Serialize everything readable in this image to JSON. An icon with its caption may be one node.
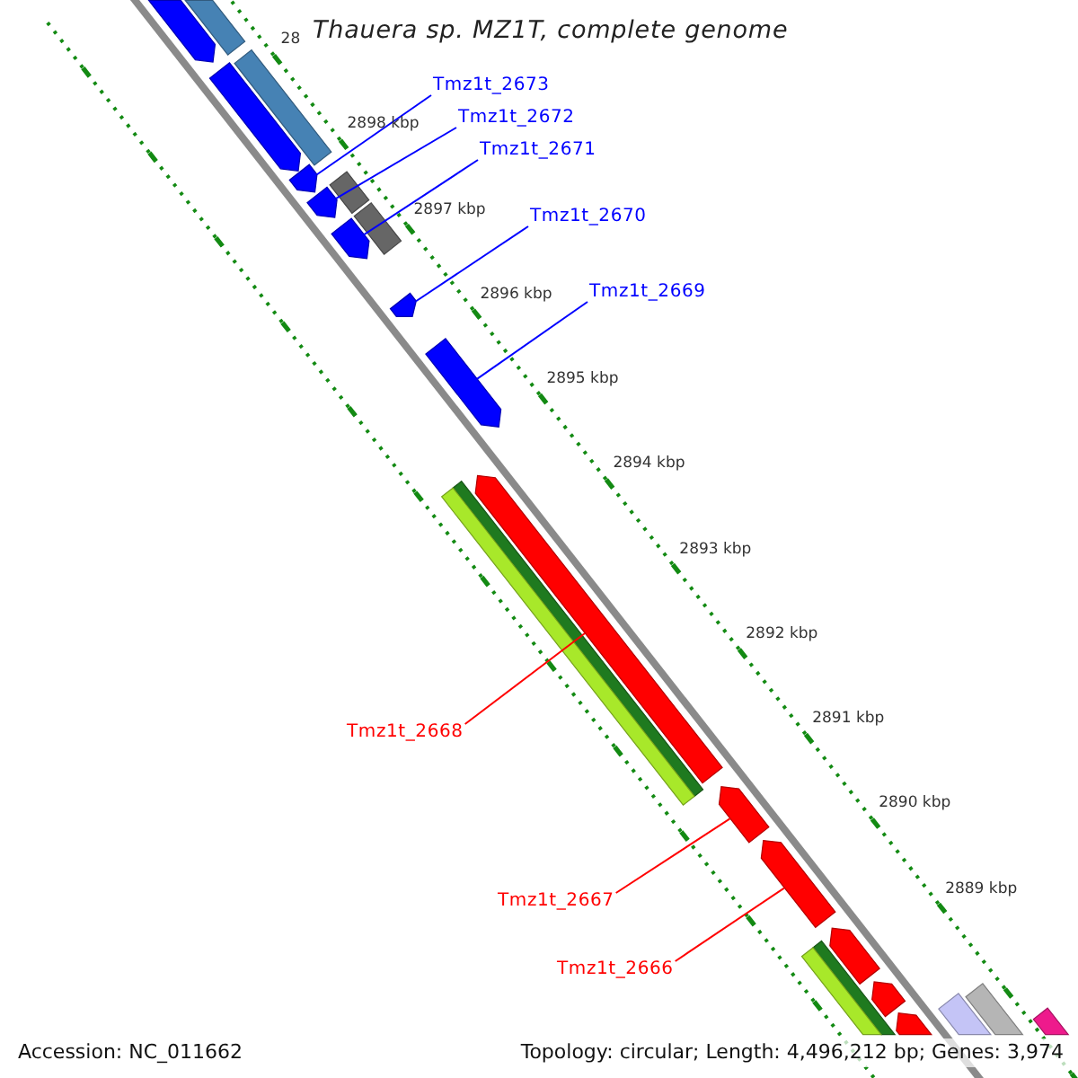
{
  "diagram": {
    "title": "Thauera sp. MZ1T, complete genome",
    "nodes": [
      {
        "text": [
          "Tmz1t_2673"
        ]
      },
      {
        "text": [
          "Tmz1t_2672"
        ]
      },
      {
        "text": [
          "Tmz1t_2671"
        ]
      },
      {
        "text": [
          "Tmz1t_2670"
        ]
      },
      {
        "text": [
          "Tmz1t_2669"
        ]
      },
      {
        "text": [
          "Tmz1t_2668"
        ]
      },
      {
        "text": [
          "Tmz1t_2667"
        ]
      },
      {
        "text": [
          "Tmz1t_2666"
        ]
      },
      {
        "text": [],
        "shape": "bar"
      },
      {
        "text": [],
        "shape": "arrow"
      },
      {
        "text": [],
        "shape": "bar"
      },
      {
        "text": [],
        "shape": "arrow"
      },
      {
        "text": [],
        "shape": "arrow"
      },
      {
        "text": [],
        "shape": "bar"
      },
      {
        "text": [],
        "shape": "arrow"
      },
      {
        "text": [],
        "shape": "bar"
      },
      {
        "text": [],
        "shape": "arrow"
      },
      {
        "text": [],
        "shape": "arrow"
      },
      {
        "text": [],
        "shape": "arrow"
      },
      {
        "text": [],
        "shape": "bar"
      },
      {
        "text": [],
        "shape": "bar"
      },
      {
        "text": [],
        "shape": "arrow"
      },
      {
        "text": [],
        "shape": "arrow"
      },
      {
        "text": [],
        "shape": "arrow"
      },
      {
        "text": [],
        "shape": "arrow"
      },
      {
        "text": [],
        "shape": "arrow"
      },
      {
        "text": [],
        "shape": "bar"
      },
      {
        "text": [],
        "shape": "bar"
      },
      {
        "text": [],
        "shape": "arrow"
      },
      {
        "text": [],
        "shape": "bar"
      },
      {
        "text": [],
        "shape": "bar"
      },
      {
        "text": [],
        "shape": "bar"
      }
    ],
    "edges": [
      {
        "from": 0,
        "to": 12,
        "arrow": "none"
      },
      {
        "from": 1,
        "to": 14,
        "arrow": "none"
      },
      {
        "from": 2,
        "to": 16,
        "arrow": "none"
      },
      {
        "from": 3,
        "to": 17,
        "arrow": "none"
      },
      {
        "from": 4,
        "to": 18,
        "arrow": "none"
      },
      {
        "from": 5,
        "to": 21,
        "arrow": "none",
        "color": "#ff0000"
      },
      {
        "from": 6,
        "to": 22,
        "arrow": "none",
        "color": "#ff0000"
      },
      {
        "from": 7,
        "to": 23,
        "arrow": "none",
        "color": "#ff0000"
      }
    ],
    "labels": [
      "28",
      "2898 kbp",
      "2897 kbp",
      "2896 kbp",
      "2895 kbp",
      "2894 kbp",
      "2893 kbp",
      "2892 kbp",
      "2891 kbp",
      "2890 kbp",
      "2889 kbp",
      "Accession: NC_011662",
      "Topology: circular; Length: 4,496,212 bp; Genes: 3,974"
    ]
  }
}
